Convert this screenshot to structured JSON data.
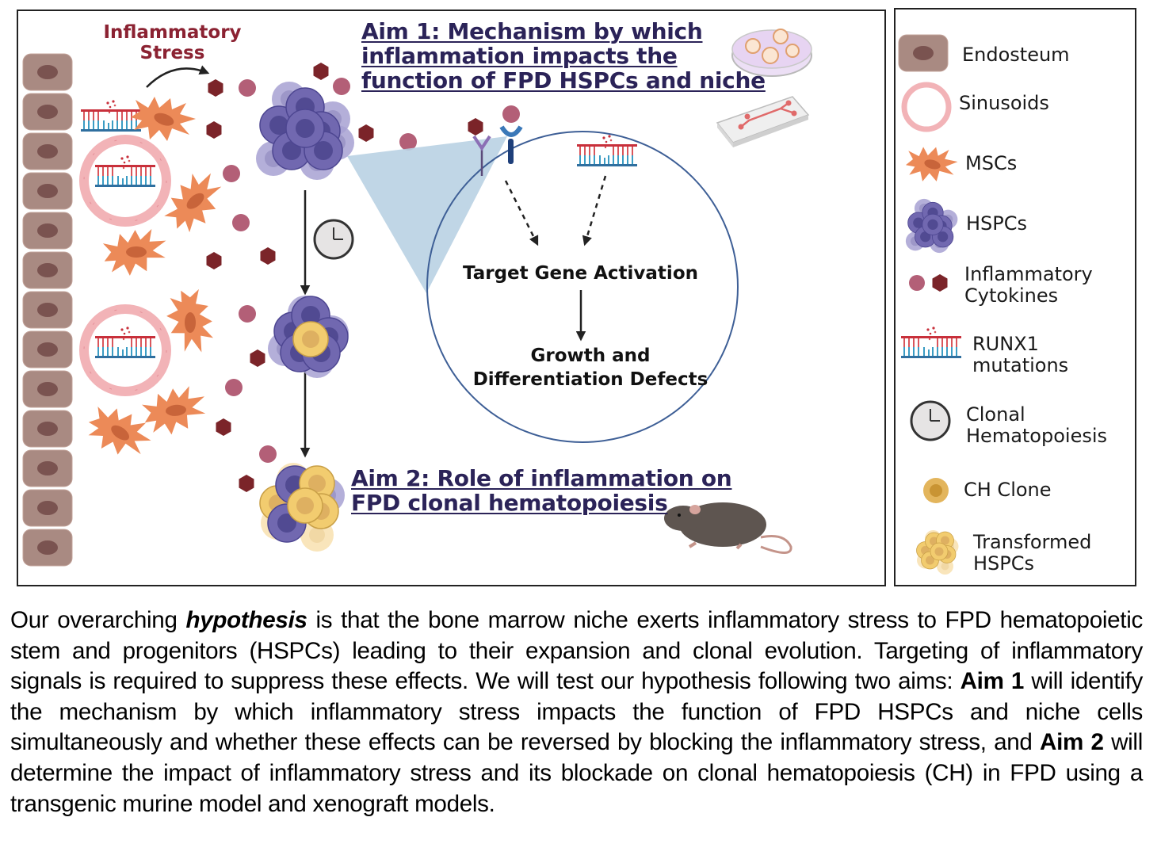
{
  "figure": {
    "stress_label": [
      "Inflammatory",
      "Stress"
    ],
    "aim1_title": [
      "Aim 1: Mechanism by which",
      "inflammation impacts the",
      "function of FPD HSPCs and niche"
    ],
    "aim2_title": [
      "Aim 2: Role of inflammation on",
      "FPD clonal hematopoiesis"
    ],
    "circle": {
      "step1": "Target Gene Activation",
      "step2": [
        "Growth and",
        "Differentiation Defects"
      ]
    },
    "icons": [
      "endosteum-cells",
      "sinusoid",
      "msc",
      "hspc-cluster",
      "cytokine-circle",
      "cytokine-hexagon",
      "runx1-mutation-dna",
      "clock",
      "ch-clone-cluster",
      "transformed-hspc-cluster",
      "petri-dish",
      "organ-on-chip",
      "mouse",
      "receptor"
    ],
    "colors": {
      "endosteum": "#a98a82",
      "endosteum_nucleus": "#7a5350",
      "sinusoid": "#f2b3b7",
      "msc": "#ec8a58",
      "hspc": "#7168b0",
      "cytokine_circle": "#b35f77",
      "cytokine_hex": "#7b2429",
      "ch_clone": "#f2cc6f",
      "aim_title": "#2b2358",
      "stress_label": "#8b2232",
      "zoom_wedge": "#b9d1e3",
      "circle_border": "#3e5f96"
    }
  },
  "legend": {
    "items": [
      {
        "label": [
          "Endosteum"
        ],
        "icon": "endosteum-icon"
      },
      {
        "label": [
          "Sinusoids"
        ],
        "icon": "sinusoid-icon"
      },
      {
        "label": [
          "MSCs"
        ],
        "icon": "msc-icon"
      },
      {
        "label": [
          "HSPCs"
        ],
        "icon": "hspc-icon"
      },
      {
        "label": [
          "Inflammatory",
          "Cytokines"
        ],
        "icon": "cytokines-icon"
      },
      {
        "label": [
          "RUNX1",
          "mutations"
        ],
        "icon": "dna-mutation-icon"
      },
      {
        "label": [
          "Clonal",
          "Hematopoiesis"
        ],
        "icon": "clock-icon"
      },
      {
        "label": [
          "CH Clone"
        ],
        "icon": "ch-clone-icon"
      },
      {
        "label": [
          "Transformed",
          "HSPCs"
        ],
        "icon": "transformed-hspc-icon"
      }
    ]
  },
  "paragraph": {
    "s1": "Our overarching ",
    "s2_bold_italic": "hypothesis",
    "s3": " is that the bone marrow niche exerts inflammatory stress to FPD hematopoietic stem and progenitors (HSPCs) leading to their expansion and clonal evolution. Targeting of inflammatory signals is required to suppress these effects. We will test our hypothesis following two aims: ",
    "s4_bold": "Aim 1",
    "s5": " will identify the mechanism by which inflammatory stress impacts the function of FPD HSPCs and niche cells simultaneously and whether these effects can be reversed by blocking the inflammatory stress, and ",
    "s6_bold": "Aim 2",
    "s7": " will determine the impact of inflammatory stress and its blockade on clonal hematopoiesis (CH) in FPD using a transgenic murine model and xenograft models."
  }
}
